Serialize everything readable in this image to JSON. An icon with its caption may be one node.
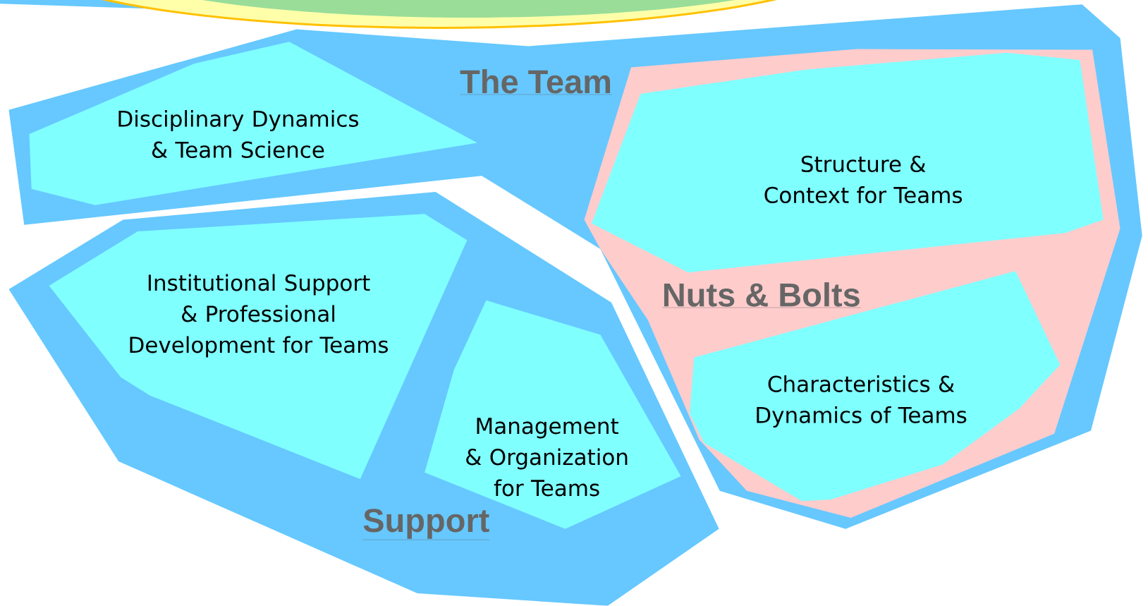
{
  "diagram": {
    "nodes": [
      {
        "text": [
          "The Team"
        ]
      },
      {
        "text": [
          "Disciplinary Dynamics & Team Science"
        ],
        "in": 0
      },
      {
        "text": [
          "Nuts & Bolts"
        ],
        "in": 0
      },
      {
        "text": [
          "Structure & Context for Teams"
        ],
        "in": 2
      },
      {
        "text": [
          "Characteristics & Dynamics of Teams"
        ],
        "in": 2
      },
      {
        "text": [
          "Support"
        ]
      },
      {
        "text": [
          "Institutional Support & Professional Development for Teams"
        ],
        "in": 5
      },
      {
        "text": [
          "Management & Organization for Teams"
        ],
        "in": 5
      }
    ]
  }
}
